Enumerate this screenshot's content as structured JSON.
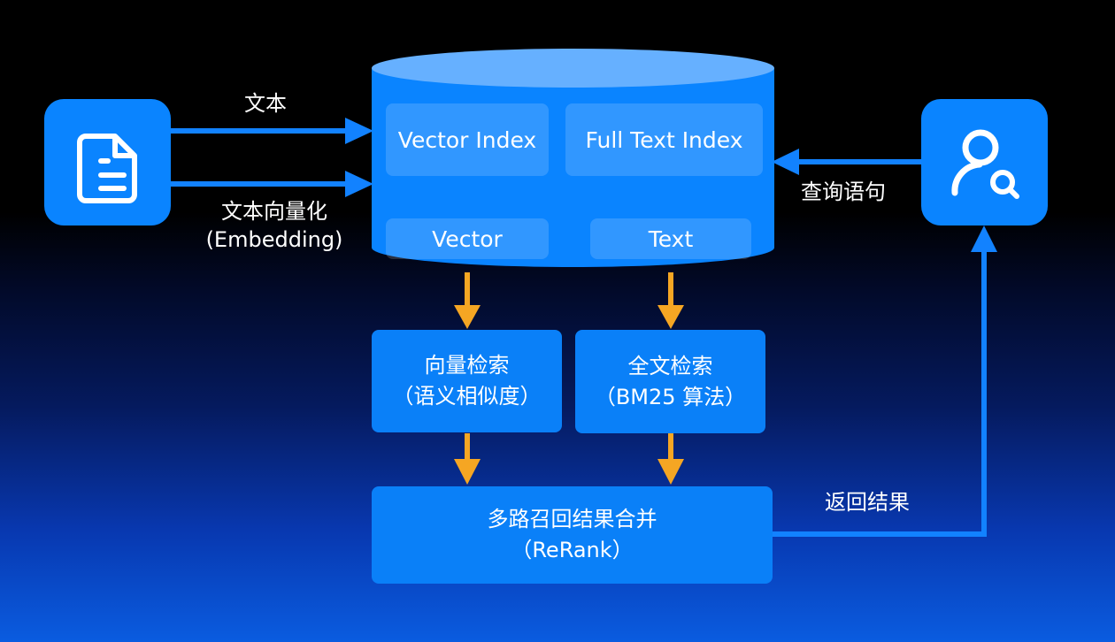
{
  "left_icon": {
    "icon": "document-icon"
  },
  "right_icon": {
    "icon": "user-search-icon"
  },
  "edges": {
    "text_label": "文本",
    "embedding_label_line1": "文本向量化",
    "embedding_label_line2": "(Embedding)",
    "query_label": "查询语句",
    "return_label": "返回结果"
  },
  "database": {
    "vector_index": "Vector Index",
    "full_text_index": "Full Text Index",
    "vector": "Vector",
    "text": "Text"
  },
  "search": {
    "vector_search_line1": "向量检索",
    "vector_search_line2": "（语义相似度）",
    "fulltext_search_line1": "全文检索",
    "fulltext_search_line2": "（BM25 算法）"
  },
  "rerank": {
    "line1": "多路召回结果合并",
    "line2": "（ReRank）"
  },
  "colors": {
    "primary_blue": "#0a84ff",
    "arrow_orange": "#f5a623",
    "cylinder_top": "#66b0ff"
  }
}
